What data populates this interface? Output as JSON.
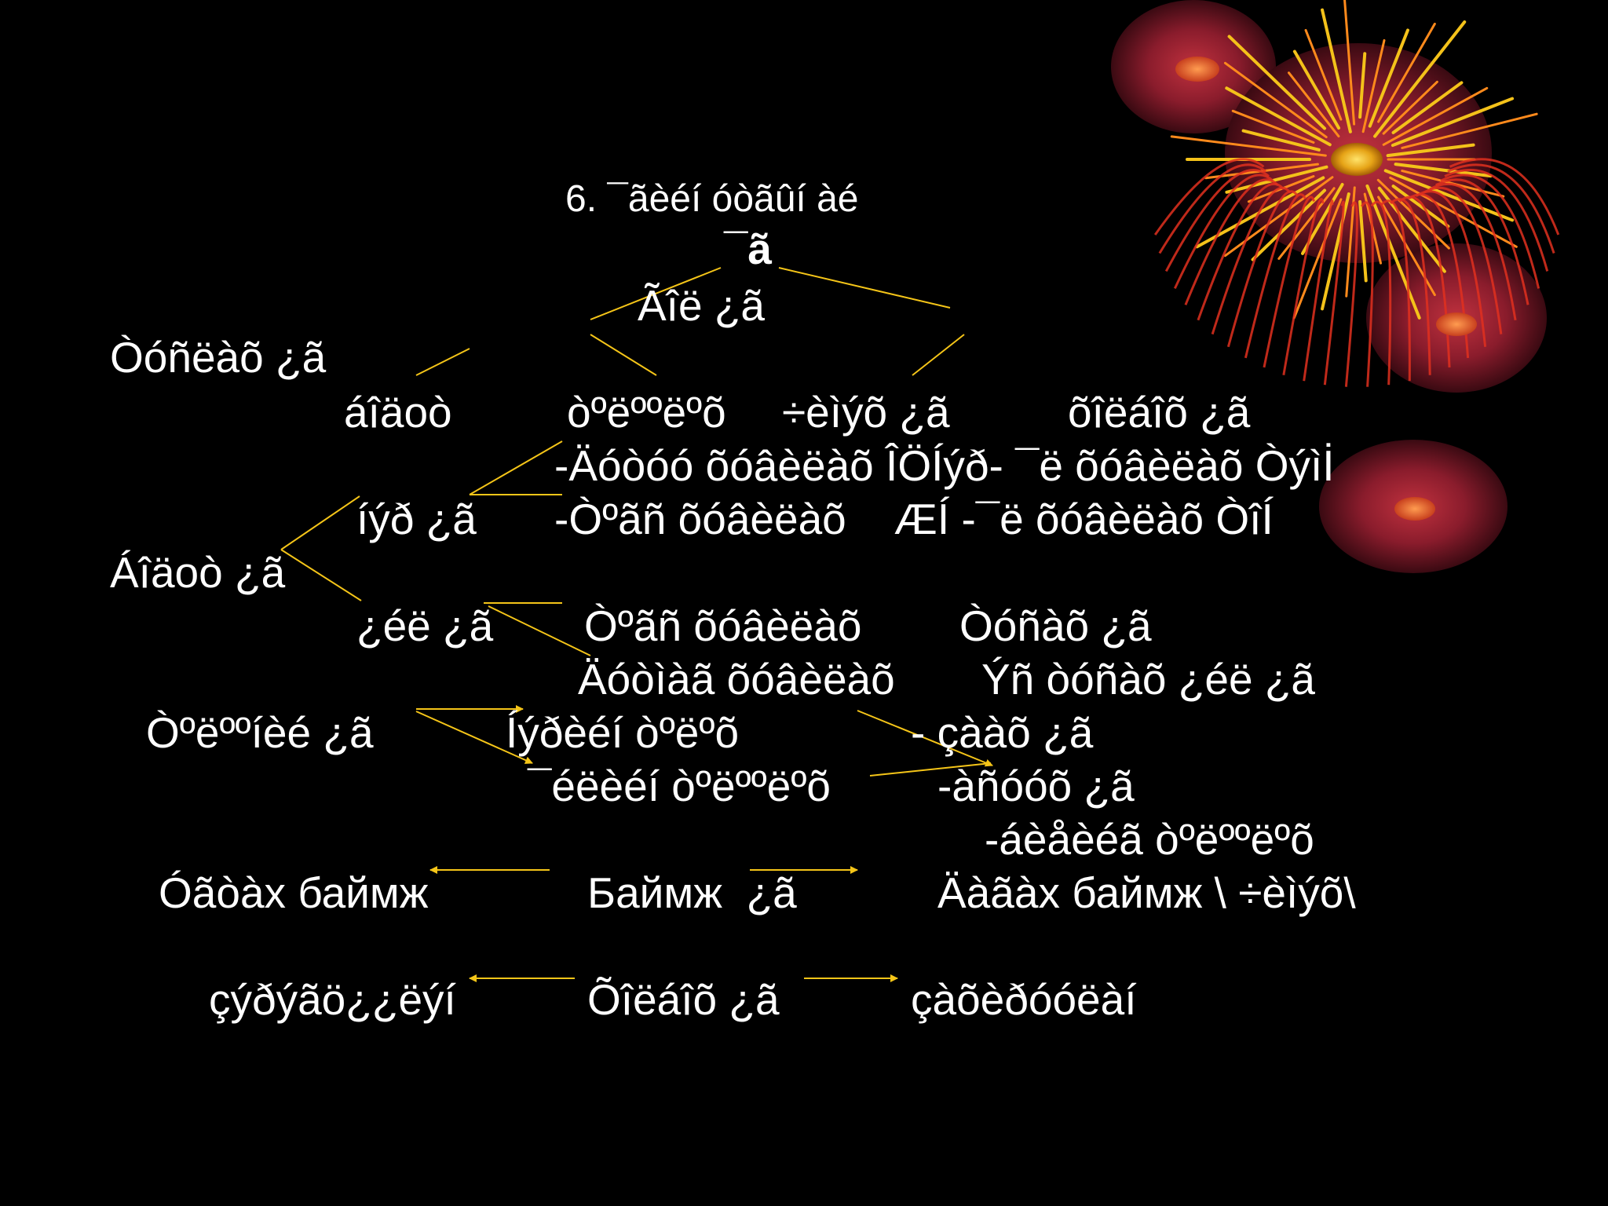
{
  "slide": {
    "title_line": "6. ¯ãèéí óòãûí àé",
    "root": "¯ã",
    "texts": {
      "gol": "Ãîë ¿ã",
      "tuslakh": "Òóñëàõ ¿ã",
      "bodit": "áîäoò",
      "toolol": "òºëººëºõ",
      "chiglel": "÷èìýõ ¿ã",
      "holboh": "õîëáîõ ¿ã",
      "hudir1": "-Äóòóó õóâèëàõ ÎÖÍýð- ¯ë õóâèëàõ Òýìİ",
      "ner": "íýð ¿ã",
      "hudir2": "-Òºãñ õóâèëàõ    ÆÍ -¯ë õóâèëàõ ÒîÍ",
      "bodot": "Áîäoò ¿ã",
      "uil": "¿éë ¿ã",
      "togs": "Òºãñ õóâèëàõ",
      "tusah": "Òóñàõ ¿ã",
      "dutuu": "Äóòìàã õóâèëàõ",
      "yn": "Ýñ òóñàõ ¿éë ¿ã",
      "toonii": "Òºëººíèé ¿ã",
      "negen": "Íýðèéí òºëºõ",
      "zaah": "- çààõ ¿ã",
      "eiin": "¯éëèéí òºëººëºõ",
      "asuuh": "-àñóóõ ¿ã",
      "biei": "-áèåèéã òºëººëºõ",
      "ogah": "Óãòàx баймж",
      "baimj": "Баймж  ¿ã",
      "daah": "Äàãàx баймж \\ ÷èìýõ\\",
      "zurkh": "çýðýãö¿¿ëýí",
      "holboh2": "Õîëáîõ ¿ã",
      "zaah2": "çàõèðóóëàí"
    }
  }
}
